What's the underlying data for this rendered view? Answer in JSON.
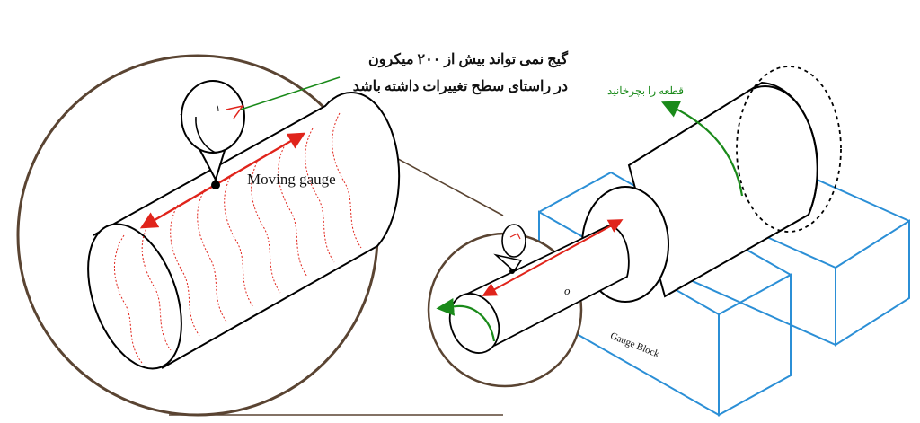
{
  "labels": {
    "note_line1": "گیج نمی تواند بیش از ۲۰۰ میکرون",
    "note_line2": "در راستای سطح تغییرات داشته باشد",
    "rotate": "قطعه را بچرخانید",
    "moving_gauge": "Moving gauge",
    "gauge_block": "Gauge Block",
    "mark_o": "o",
    "dial_mark": "۱"
  },
  "colors": {
    "outline": "#000000",
    "measure_red": "#e0241b",
    "rotation_green": "#1a8a1a",
    "block_blue": "#2b8fd6",
    "zoom_brown": "#5a4432"
  }
}
